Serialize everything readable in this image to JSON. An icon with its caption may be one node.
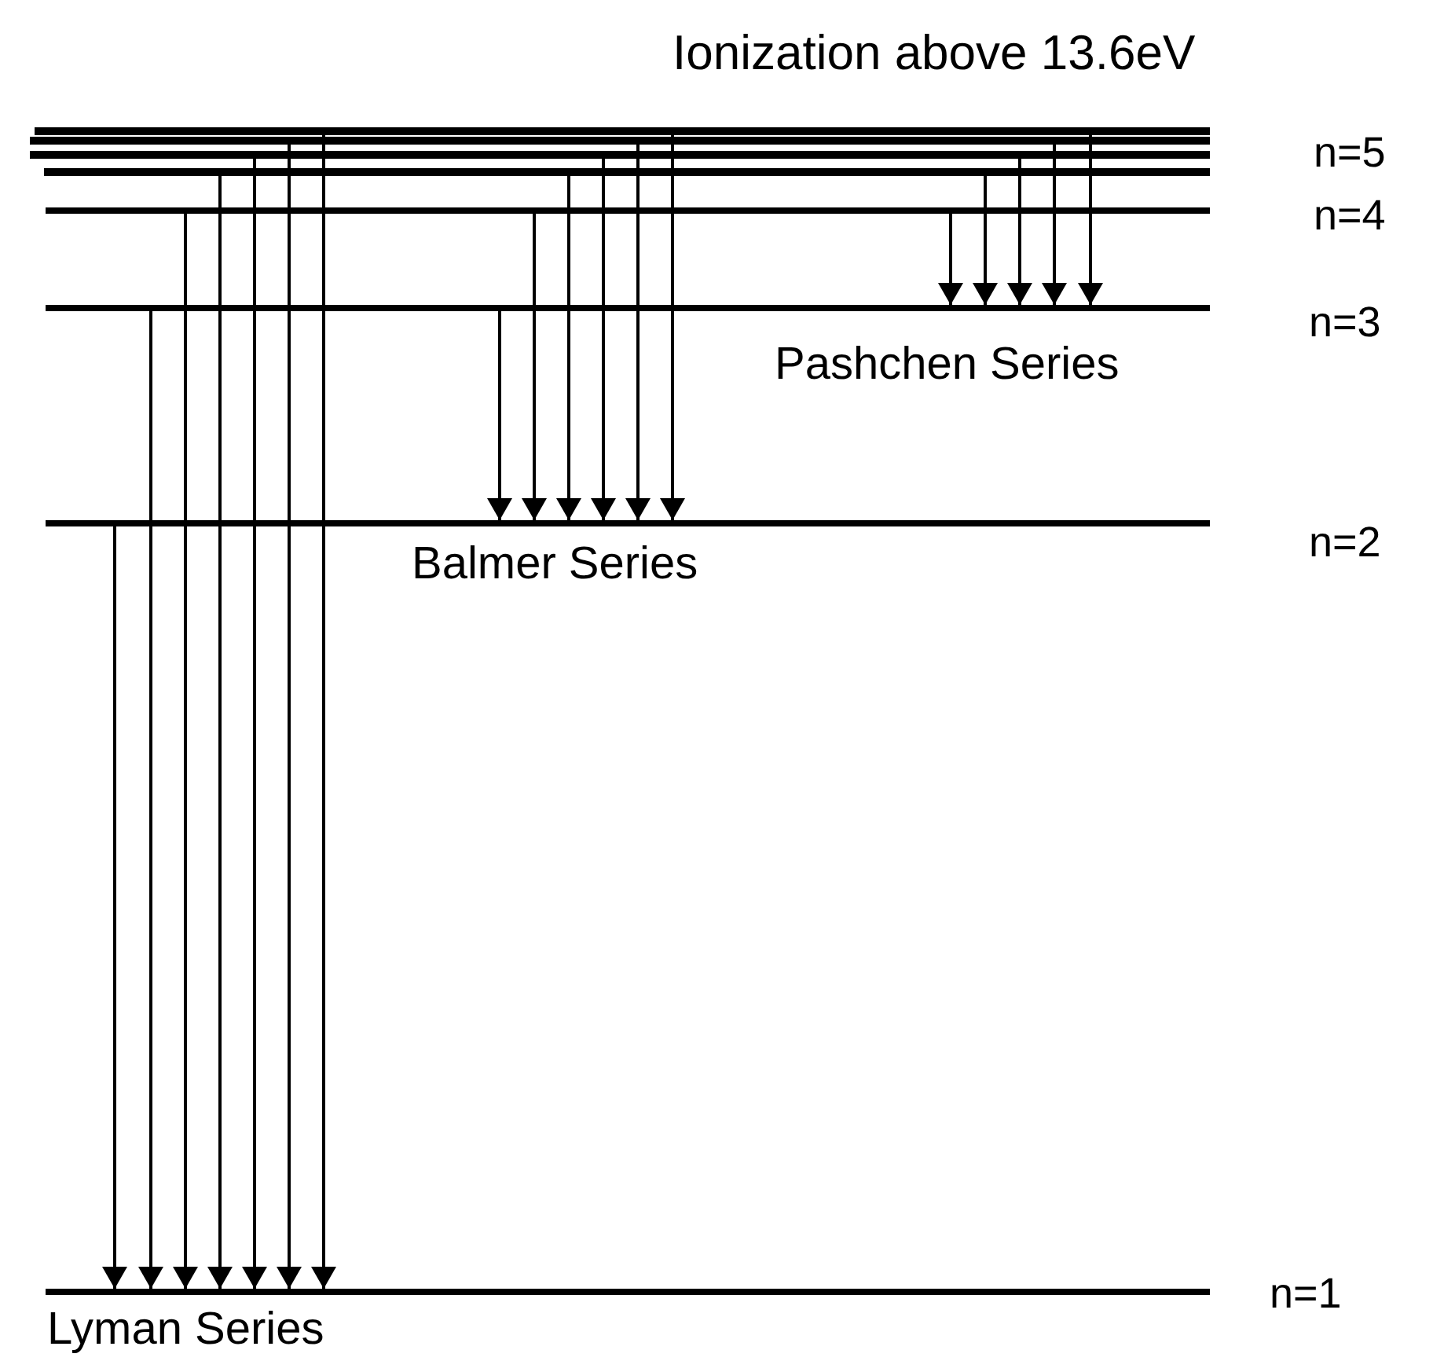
{
  "diagram": {
    "title": "Ionization above 13.6eV",
    "nodes": [
      {
        "text": [],
        "shape": "bar"
      },
      {
        "text": [],
        "shape": "bar"
      },
      {
        "text": [],
        "shape": "bar"
      },
      {
        "text": [],
        "shape": "bar",
        "beside": [
          "n=5"
        ]
      },
      {
        "text": [],
        "shape": "bar",
        "beside": [
          "n=4"
        ]
      },
      {
        "text": [],
        "shape": "bar",
        "beside": [
          "n=3"
        ]
      },
      {
        "text": [],
        "shape": "bar",
        "beside": [
          "n=2"
        ]
      },
      {
        "text": [],
        "shape": "bar",
        "beside": [
          "n=1"
        ]
      }
    ],
    "edges": [
      {
        "from": 6,
        "to": 7,
        "arrow": "to"
      },
      {
        "from": 5,
        "to": 7,
        "arrow": "to"
      },
      {
        "from": 4,
        "to": 7,
        "arrow": "to"
      },
      {
        "from": 3,
        "to": 7,
        "arrow": "to"
      },
      {
        "from": 2,
        "to": 7,
        "arrow": "to"
      },
      {
        "from": 1,
        "to": 7,
        "arrow": "to"
      },
      {
        "from": 0,
        "to": 7,
        "arrow": "to"
      },
      {
        "from": 5,
        "to": 6,
        "arrow": "to"
      },
      {
        "from": 4,
        "to": 6,
        "arrow": "to"
      },
      {
        "from": 3,
        "to": 6,
        "arrow": "to"
      },
      {
        "from": 2,
        "to": 6,
        "arrow": "to"
      },
      {
        "from": 1,
        "to": 6,
        "arrow": "to"
      },
      {
        "from": 0,
        "to": 6,
        "arrow": "to"
      },
      {
        "from": 4,
        "to": 5,
        "arrow": "to"
      },
      {
        "from": 3,
        "to": 5,
        "arrow": "to"
      },
      {
        "from": 2,
        "to": 5,
        "arrow": "to"
      },
      {
        "from": 1,
        "to": 5,
        "arrow": "to"
      },
      {
        "from": 0,
        "to": 5,
        "arrow": "to"
      }
    ],
    "labels": [
      "Pashchen Series",
      "Balmer Series",
      "Lyman Series"
    ]
  }
}
